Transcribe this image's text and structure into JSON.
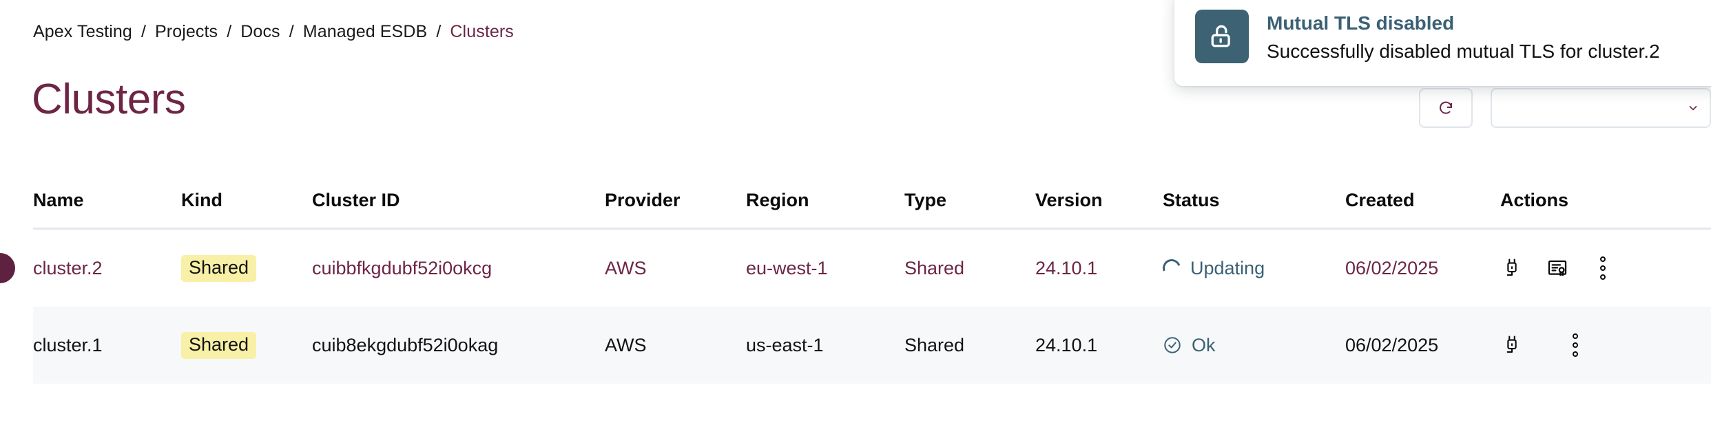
{
  "breadcrumb": {
    "separator": "/",
    "items": [
      {
        "label": "Apex Testing",
        "current": false
      },
      {
        "label": "Projects",
        "current": false
      },
      {
        "label": "Docs",
        "current": false
      },
      {
        "label": "Managed ESDB",
        "current": false
      },
      {
        "label": "Clusters",
        "current": true
      }
    ]
  },
  "page": {
    "title": "Clusters"
  },
  "toast": {
    "icon": "unlock-icon",
    "title": "Mutual TLS disabled",
    "message": "Successfully disabled mutual TLS for cluster.2",
    "icon_bg": "#3c6274",
    "title_color": "#3b6075"
  },
  "table": {
    "columns": [
      {
        "key": "name",
        "label": "Name"
      },
      {
        "key": "kind",
        "label": "Kind"
      },
      {
        "key": "cluster_id",
        "label": "Cluster ID"
      },
      {
        "key": "provider",
        "label": "Provider"
      },
      {
        "key": "region",
        "label": "Region"
      },
      {
        "key": "type",
        "label": "Type"
      },
      {
        "key": "version",
        "label": "Version"
      },
      {
        "key": "status",
        "label": "Status"
      },
      {
        "key": "created",
        "label": "Created"
      },
      {
        "key": "actions",
        "label": "Actions"
      }
    ],
    "rows": [
      {
        "name": "cluster.2",
        "kind": "Shared",
        "cluster_id": "cuibbfkgdubf52i0okcg",
        "provider": "AWS",
        "region": "eu-west-1",
        "type": "Shared",
        "version": "24.10.1",
        "status": "Updating",
        "status_icon": "spinner-icon",
        "created": "06/02/2025",
        "actions": [
          "plug-icon",
          "certificate-icon",
          "more-vertical-icon"
        ],
        "active": true,
        "row_background": "#ffffff",
        "text_color": "#6d2546"
      },
      {
        "name": "cluster.1",
        "kind": "Shared",
        "cluster_id": "cuib8ekgdubf52i0okag",
        "provider": "AWS",
        "region": "us-east-1",
        "type": "Shared",
        "version": "24.10.1",
        "status": "Ok",
        "status_icon": "check-circle-icon",
        "created": "06/02/2025",
        "actions": [
          "plug-icon",
          "more-vertical-icon"
        ],
        "active": false,
        "row_background": "#f7f8f9",
        "text_color": "#121212"
      }
    ]
  },
  "colors": {
    "accent_maroon": "#6d2546",
    "marker_maroon": "#5e2240",
    "status_teal": "#3b6075",
    "badge_yellow": "#f8f0a6",
    "header_border": "#e2e8ed",
    "alt_row": "#f7f8f9"
  }
}
